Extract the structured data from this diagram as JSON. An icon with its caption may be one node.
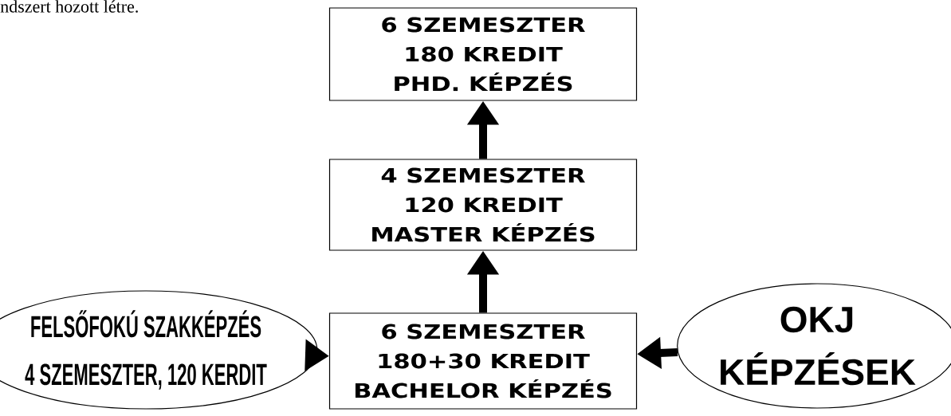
{
  "diagram": {
    "nodes": [
      {
        "text": [
          "6 SZEMESZTER",
          "180 KREDIT",
          "PHD. KÉPZÉS"
        ]
      },
      {
        "text": [
          "4 SZEMESZTER",
          "120 KREDIT",
          "MASTER KÉPZÉS"
        ]
      },
      {
        "text": [
          "6 SZEMESZTER",
          "180+30 KREDIT",
          "BACHELOR KÉPZÉS"
        ]
      },
      {
        "text": [
          "FELSŐFOKÚ SZAKKÉPZÉS",
          "4 SZEMESZTER, 120 KERDIT"
        ]
      },
      {
        "text": [
          "OKJ",
          "KÉPZÉSEK"
        ]
      }
    ],
    "edges": [
      {
        "from": 1,
        "to": 0,
        "arrow": "to"
      },
      {
        "from": 2,
        "to": 1,
        "arrow": "to"
      },
      {
        "from": 3,
        "to": 2,
        "arrow": "to"
      },
      {
        "from": 4,
        "to": 2,
        "arrow": "to"
      }
    ],
    "labels": [
      "ndszert hozott létre."
    ]
  }
}
